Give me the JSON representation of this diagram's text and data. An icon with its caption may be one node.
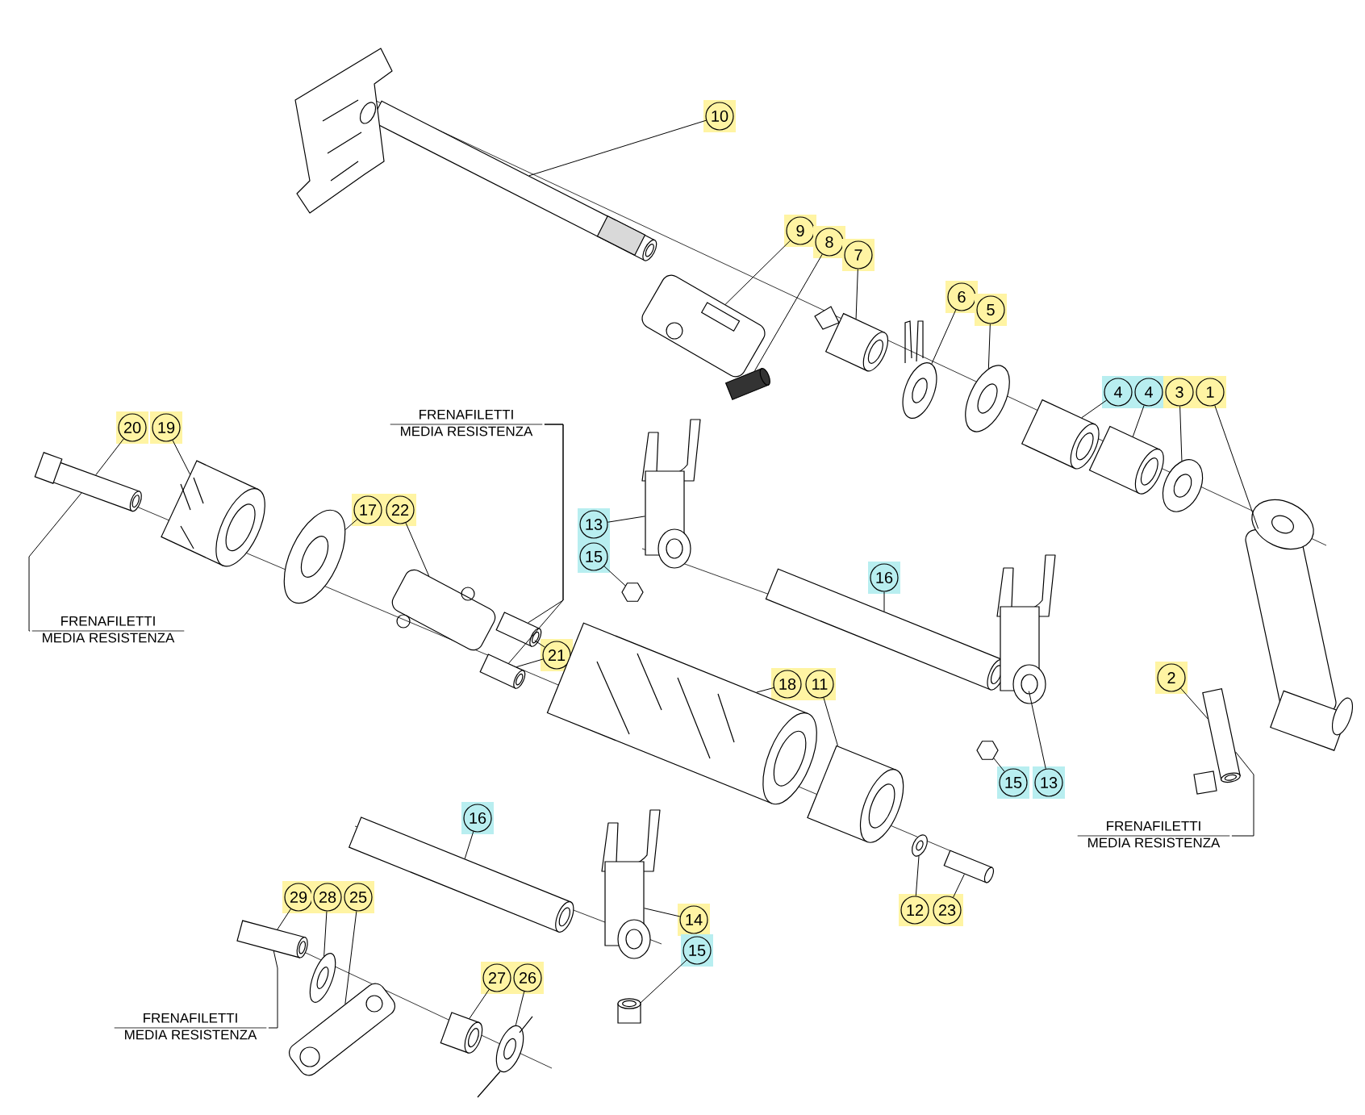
{
  "diagram": {
    "nodes": [
      {
        "text": [
          "10"
        ]
      },
      {
        "text": [],
        "shape": "picture"
      },
      {
        "text": [
          "9"
        ]
      },
      {
        "text": [
          "8"
        ]
      },
      {
        "text": [
          "7"
        ]
      },
      {
        "text": [],
        "shape": "picture"
      },
      {
        "text": [],
        "shape": "picture"
      },
      {
        "text": [],
        "shape": "picture"
      },
      {
        "text": [
          "6"
        ]
      },
      {
        "text": [
          "5"
        ]
      },
      {
        "text": [],
        "shape": "picture"
      },
      {
        "text": [],
        "shape": "picture"
      },
      {
        "text": [
          "4"
        ]
      },
      {
        "text": [
          "4"
        ]
      },
      {
        "text": [
          "3"
        ]
      },
      {
        "text": [
          "1"
        ]
      },
      {
        "text": [],
        "shape": "picture"
      },
      {
        "text": [],
        "shape": "picture"
      },
      {
        "text": [],
        "shape": "picture"
      },
      {
        "text": [],
        "shape": "picture"
      },
      {
        "text": [
          "20"
        ]
      },
      {
        "text": [
          "19"
        ]
      },
      {
        "text": [],
        "shape": "picture"
      },
      {
        "text": [],
        "shape": "picture"
      },
      {
        "text": [
          "FRENAFILETTI",
          "MEDIA RESISTENZA"
        ]
      },
      {
        "text": [
          "17"
        ]
      },
      {
        "text": [
          "22"
        ]
      },
      {
        "text": [],
        "shape": "picture"
      },
      {
        "text": [],
        "shape": "picture"
      },
      {
        "text": [
          "21"
        ]
      },
      {
        "text": [],
        "shape": "picture"
      },
      {
        "text": [],
        "shape": "picture"
      },
      {
        "text": [
          "13"
        ]
      },
      {
        "text": [
          "15"
        ]
      },
      {
        "text": [],
        "shape": "picture"
      },
      {
        "text": [],
        "shape": "picture"
      },
      {
        "text": [
          "FRENAFILETTI",
          "MEDIA RESISTENZA"
        ]
      },
      {
        "text": [
          "16"
        ]
      },
      {
        "text": [],
        "shape": "picture"
      },
      {
        "text": [
          "2"
        ]
      },
      {
        "text": [],
        "shape": "picture"
      },
      {
        "text": [
          "18"
        ]
      },
      {
        "text": [
          "11"
        ]
      },
      {
        "text": [],
        "shape": "picture"
      },
      {
        "text": [],
        "shape": "picture"
      },
      {
        "text": [
          "15"
        ]
      },
      {
        "text": [
          "13"
        ]
      },
      {
        "text": [],
        "shape": "picture"
      },
      {
        "text": [],
        "shape": "picture"
      },
      {
        "text": [
          "FRENAFILETTI",
          "MEDIA RESISTENZA"
        ]
      },
      {
        "text": [
          "16"
        ]
      },
      {
        "text": [],
        "shape": "picture"
      },
      {
        "text": [
          "12"
        ]
      },
      {
        "text": [
          "23"
        ]
      },
      {
        "text": [],
        "shape": "picture"
      },
      {
        "text": [],
        "shape": "picture"
      },
      {
        "text": [
          "14"
        ]
      },
      {
        "text": [
          "15"
        ]
      },
      {
        "text": [],
        "shape": "picture"
      },
      {
        "text": [],
        "shape": "cylinder"
      },
      {
        "text": [
          "29"
        ]
      },
      {
        "text": [
          "28"
        ]
      },
      {
        "text": [
          "25"
        ]
      },
      {
        "text": [],
        "shape": "picture"
      },
      {
        "text": [],
        "shape": "picture"
      },
      {
        "text": [],
        "shape": "picture"
      },
      {
        "text": [
          "FRENAFILETTI",
          "MEDIA RESISTENZA"
        ]
      },
      {
        "text": [
          "27"
        ]
      },
      {
        "text": [
          "26"
        ]
      },
      {
        "text": [],
        "shape": "picture"
      },
      {
        "text": [],
        "shape": "picture"
      }
    ],
    "edges": [
      {
        "from": 0,
        "to": 1,
        "arrow": "none"
      },
      {
        "from": 2,
        "to": 5,
        "arrow": "none"
      },
      {
        "from": 3,
        "to": 6,
        "arrow": "none"
      },
      {
        "from": 4,
        "to": 7,
        "arrow": "none"
      },
      {
        "from": 8,
        "to": 10,
        "arrow": "none"
      },
      {
        "from": 9,
        "to": 11,
        "arrow": "none"
      },
      {
        "from": 12,
        "to": 16,
        "arrow": "none"
      },
      {
        "from": 13,
        "to": 17,
        "arrow": "none"
      },
      {
        "from": 14,
        "to": 18,
        "arrow": "none"
      },
      {
        "from": 15,
        "to": 19,
        "arrow": "none"
      },
      {
        "from": 20,
        "to": 22,
        "arrow": "none"
      },
      {
        "from": 21,
        "to": 23,
        "arrow": "none"
      },
      {
        "from": 24,
        "to": 30,
        "arrow": "none"
      },
      {
        "from": 24,
        "to": 31,
        "arrow": "none"
      },
      {
        "from": 25,
        "to": 27,
        "arrow": "none"
      },
      {
        "from": 26,
        "to": 28,
        "arrow": "none"
      },
      {
        "from": 29,
        "to": 30,
        "arrow": "none"
      },
      {
        "from": 29,
        "to": 31,
        "arrow": "none"
      },
      {
        "from": 32,
        "to": 34,
        "arrow": "none"
      },
      {
        "from": 33,
        "to": 35,
        "arrow": "none"
      },
      {
        "from": 36,
        "to": 22,
        "arrow": "none"
      },
      {
        "from": 37,
        "to": 38,
        "arrow": "none"
      },
      {
        "from": 39,
        "to": 40,
        "arrow": "none"
      },
      {
        "from": 41,
        "to": 43,
        "arrow": "none"
      },
      {
        "from": 42,
        "to": 44,
        "arrow": "none"
      },
      {
        "from": 45,
        "to": 48,
        "arrow": "none"
      },
      {
        "from": 46,
        "to": 47,
        "arrow": "none"
      },
      {
        "from": 49,
        "to": 40,
        "arrow": "none"
      },
      {
        "from": 50,
        "to": 51,
        "arrow": "none"
      },
      {
        "from": 52,
        "to": 54,
        "arrow": "none"
      },
      {
        "from": 53,
        "to": 55,
        "arrow": "none"
      },
      {
        "from": 56,
        "to": 58,
        "arrow": "none"
      },
      {
        "from": 57,
        "to": 59,
        "arrow": "none"
      },
      {
        "from": 60,
        "to": 63,
        "arrow": "none"
      },
      {
        "from": 61,
        "to": 64,
        "arrow": "none"
      },
      {
        "from": 62,
        "to": 65,
        "arrow": "none"
      },
      {
        "from": 66,
        "to": 63,
        "arrow": "none"
      },
      {
        "from": 67,
        "to": 69,
        "arrow": "none"
      },
      {
        "from": 68,
        "to": 70,
        "arrow": "none"
      }
    ]
  }
}
